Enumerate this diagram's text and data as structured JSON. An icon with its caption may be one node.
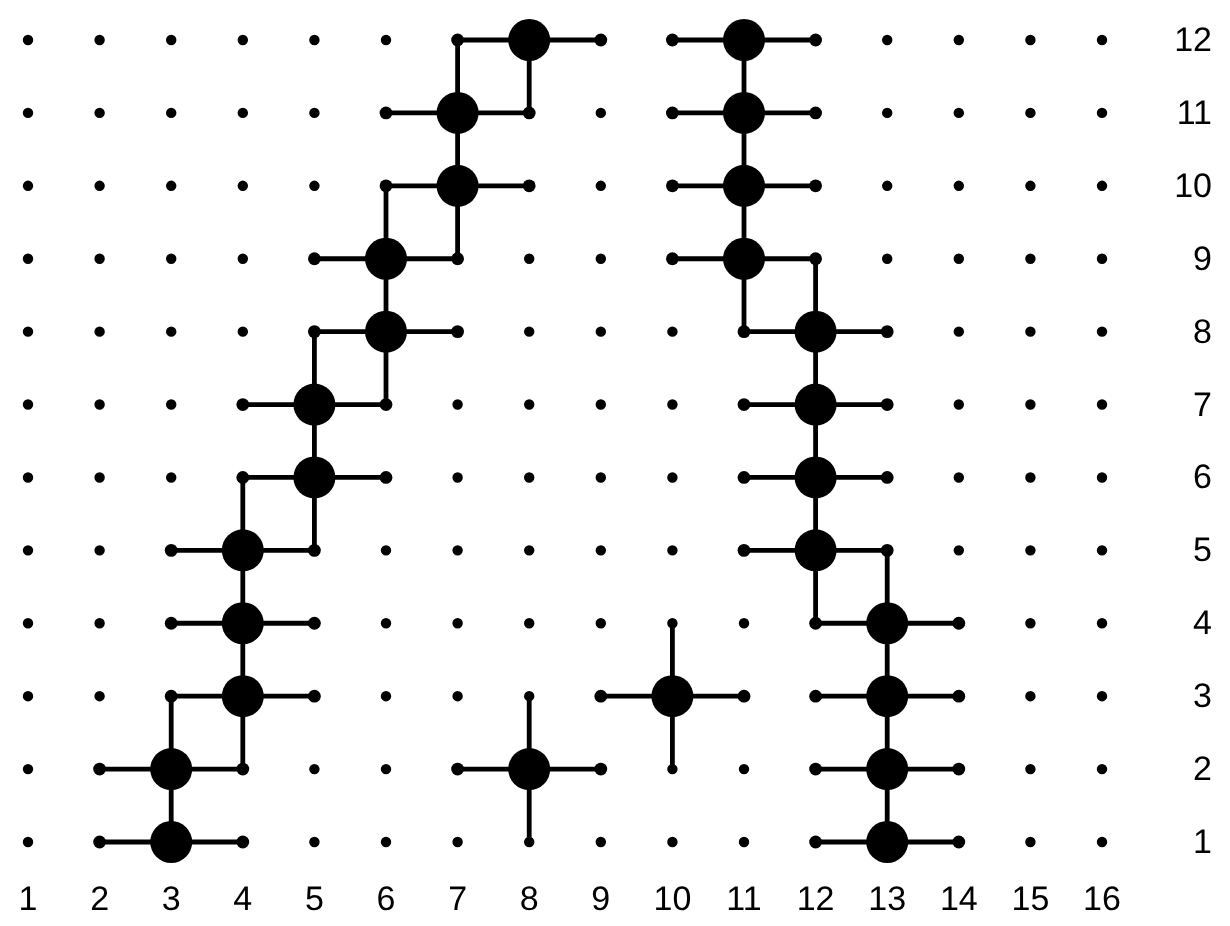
{
  "diagram": {
    "chart_data": {
      "type": "scatter",
      "x": [
        8,
        7,
        7,
        6,
        6,
        5,
        5,
        4,
        4,
        4,
        3,
        3,
        11,
        11,
        11,
        11,
        12,
        12,
        12,
        12,
        13,
        13,
        13,
        13,
        8,
        10
      ],
      "series": [
        {
          "color": "#000000",
          "values": [
            12,
            11,
            10,
            9,
            8,
            7,
            6,
            5,
            4,
            3,
            2,
            1,
            null,
            null,
            null,
            null,
            null,
            null,
            null,
            null,
            null,
            null,
            null,
            null,
            null,
            null
          ]
        },
        {
          "color": "#000000",
          "values": [
            null,
            null,
            null,
            null,
            null,
            null,
            null,
            null,
            null,
            null,
            null,
            null,
            12,
            11,
            10,
            9,
            8,
            7,
            6,
            5,
            4,
            3,
            2,
            1,
            null,
            null
          ]
        },
        {
          "color": "#000000",
          "values": [
            null,
            null,
            null,
            null,
            null,
            null,
            null,
            null,
            null,
            null,
            null,
            null,
            null,
            null,
            null,
            null,
            null,
            null,
            null,
            null,
            null,
            null,
            null,
            null,
            2,
            null
          ]
        },
        {
          "color": "#000000",
          "values": [
            null,
            null,
            null,
            null,
            null,
            null,
            null,
            null,
            null,
            null,
            null,
            null,
            null,
            null,
            null,
            null,
            null,
            null,
            null,
            null,
            null,
            null,
            null,
            null,
            null,
            3
          ]
        }
      ],
      "xlim": [
        1,
        16
      ],
      "ylim": [
        1,
        12
      ],
      "xticks": [
        1,
        2,
        3,
        4,
        5,
        6,
        7,
        8,
        9,
        10,
        11,
        12,
        13,
        14,
        15,
        16
      ],
      "yticks": [
        1,
        2,
        3,
        4,
        5,
        6,
        7,
        8,
        9,
        10,
        11,
        12
      ]
    }
  }
}
